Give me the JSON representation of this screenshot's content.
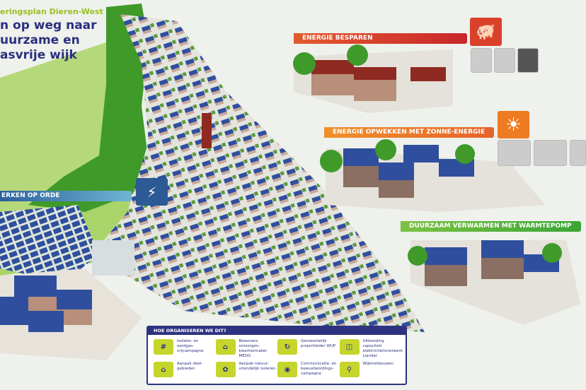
{
  "header": {
    "subtitle": "eringsplan Dieren-West",
    "title_lines": [
      "n op weg naar",
      "uurzame en",
      "asvrije wijk"
    ]
  },
  "banners": {
    "besparen": {
      "label": "ENERGIE BESPAREN",
      "color": "#d9412a",
      "icon": "piggy-bank-icon"
    },
    "zonne": {
      "label": "ENERGIE OPWEKKEN MET ZONNE-ENERGIE",
      "color": "#ee7a22",
      "icon": "sun-icon"
    },
    "warmtepomp": {
      "label": "DUURZAAM VERWARMEN MET WARMTEPOMP",
      "color": "#4caf32"
    },
    "netwerken": {
      "label": "ERKEN OP ORDE",
      "color": "#3b7fb0",
      "icon": "lightning-icon"
    }
  },
  "legend": {
    "title": "HOE ORGANISEREN WE DIT?",
    "items": [
      {
        "label": "Isolatie- en aardgas-vrijcampagne",
        "icon": "hashtag-phone-icon"
      },
      {
        "label": "Bewoners ontzorgen: kwartiermaker MEDO",
        "icon": "hand-house-icon"
      },
      {
        "label": "Gemeentelijk projectleider WUP",
        "icon": "cycle-house-icon"
      },
      {
        "label": "Uitbreiding capaciteit elektriciteitsnetwerk Liander",
        "icon": "grid-battery-icon"
      },
      {
        "label": "Aanpak deel-gebieden",
        "icon": "district-icon"
      },
      {
        "label": "Aanpak natuur-vriendelijk isoleren",
        "icon": "bird-house-icon"
      },
      {
        "label": "Communicatie- en bewustwordings-campagne",
        "icon": "eye-house-icon"
      },
      {
        "label": "Wijkmeibouwen",
        "icon": "search-house-icon"
      }
    ]
  },
  "colors": {
    "navy": "#2e3381",
    "lime": "#c5d52c",
    "grass": "#a9d46a",
    "tree": "#3f9a2a",
    "roof": "#8e2a22",
    "panel": "#2f4f9e"
  }
}
